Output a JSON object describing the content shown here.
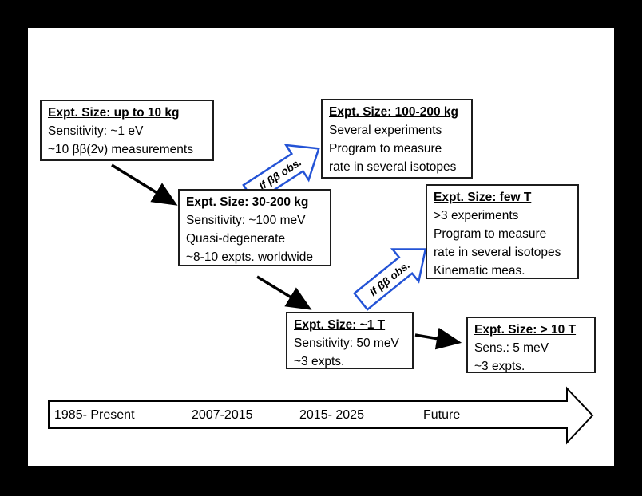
{
  "slide": {
    "description": "Double-beta-decay experiment roadmap flow diagram"
  },
  "boxes": {
    "box1": {
      "title": "Expt. Size: up to 10 kg",
      "lines": [
        "Sensitivity: ~1 eV",
        "~10 ββ(2ν) measurements"
      ]
    },
    "box2": {
      "title": "Expt. Size: 30-200 kg",
      "lines": [
        "Sensitivity: ~100 meV",
        "Quasi-degenerate",
        "~8-10 expts. worldwide"
      ]
    },
    "box3": {
      "title": "Expt. Size: 100-200 kg",
      "lines": [
        "Several experiments",
        "Program to measure",
        "rate in several isotopes"
      ]
    },
    "box4": {
      "title": "Expt. Size: few T",
      "lines": [
        ">3 experiments",
        "Program to measure",
        "rate in several isotopes",
        "Kinematic meas."
      ]
    },
    "box5": {
      "title": "Expt. Size: ~1 T",
      "lines": [
        "Sensitivity: 50 meV",
        "~3 expts."
      ]
    },
    "box6": {
      "title": "Expt. Size: > 10 T",
      "lines": [
        "Sens.: 5 meV",
        "~3 expts."
      ]
    }
  },
  "conditional_arrows": {
    "label": "If ββ obs."
  },
  "timeline": {
    "labels": [
      "1985- Present",
      "2007-2015",
      "2015- 2025",
      "Future"
    ]
  },
  "colors": {
    "conditional_arrow_blue": "#2353d6",
    "box_border": "#1c1c1c",
    "slide_background": "#ffffff",
    "frame": "#000000"
  }
}
